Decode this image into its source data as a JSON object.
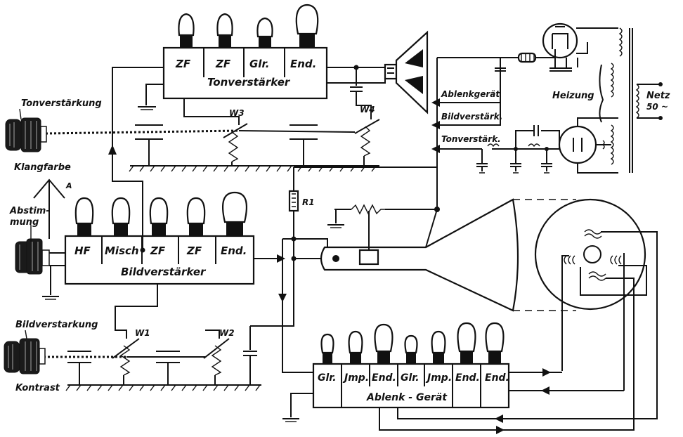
{
  "tonverstaerker": {
    "stages": [
      "ZF",
      "ZF",
      "Glr.",
      "End."
    ],
    "title": "Tonverstärker"
  },
  "bildverstaerker": {
    "stages": [
      "HF",
      "Misch",
      "ZF",
      "ZF",
      "End."
    ],
    "title": "Bildverstärker"
  },
  "ablenkgeraet": {
    "stages": [
      "Glr.",
      "Jmp.",
      "End.",
      "Glr.",
      "Jmp.",
      "End.",
      "End."
    ],
    "title": "Ablenk - Gerät"
  },
  "controls": {
    "tonverstaerkung": "Tonverstärkung",
    "klangfarbe": "Klangfarbe",
    "abstimmung_1": "Abstim-",
    "abstimmung_2": "mung",
    "bildverstaerkung": "Bildverstarkung",
    "kontrast": "Kontrast"
  },
  "components": {
    "w1": "W1",
    "w2": "W2",
    "w3": "W3",
    "w4": "W4",
    "r1": "R1",
    "antenna": "A"
  },
  "power": {
    "ablenkgeraet": "Ablenkgerät",
    "bildverstaerk": "Bildverstärk.",
    "tonverstaerk": "Tonverstärk.",
    "heizung": "Heizung",
    "netz": "Netz",
    "netz_freq": "50 ~"
  }
}
